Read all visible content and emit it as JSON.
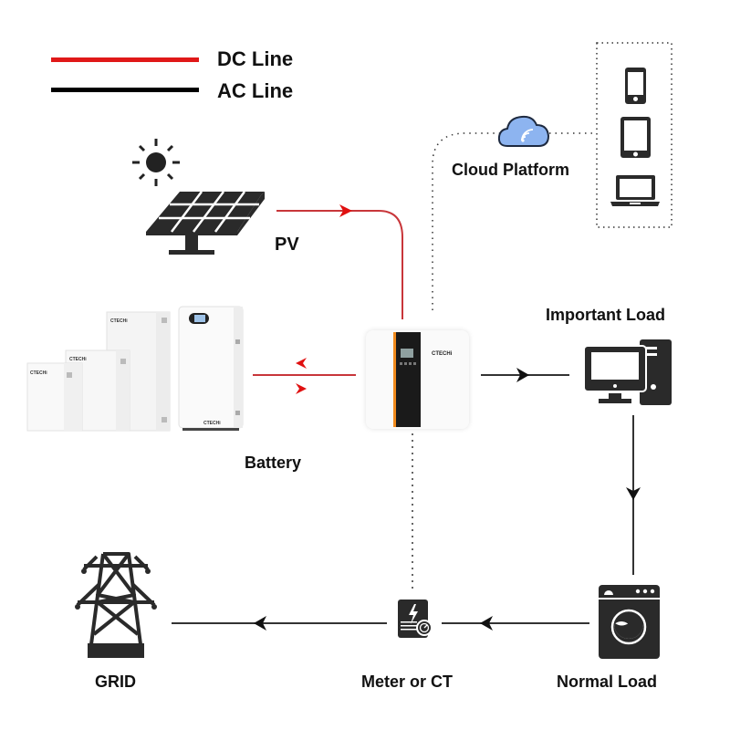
{
  "legend": {
    "items": [
      {
        "label": "DC Line",
        "color": "#e01818"
      },
      {
        "label": "AC Line",
        "color": "#000000"
      }
    ]
  },
  "nodes": {
    "pv": {
      "label": "PV"
    },
    "cloud": {
      "label": "Cloud Platform"
    },
    "battery": {
      "label": "Battery"
    },
    "inverter": {
      "brand": "CTECHi"
    },
    "important_load": {
      "label": "Important Load"
    },
    "normal_load": {
      "label": "Normal Load"
    },
    "meter": {
      "label": "Meter or CT"
    },
    "grid": {
      "label": "GRID"
    }
  },
  "battery_brand": "CTECHi",
  "colors": {
    "dc": "#c8363a",
    "dc_arrow": "#e01010",
    "ac": "#333333",
    "icon": "#2a2a2a",
    "accent_orange": "#f08a1c",
    "cloud_blue": "#6fa0e8"
  }
}
